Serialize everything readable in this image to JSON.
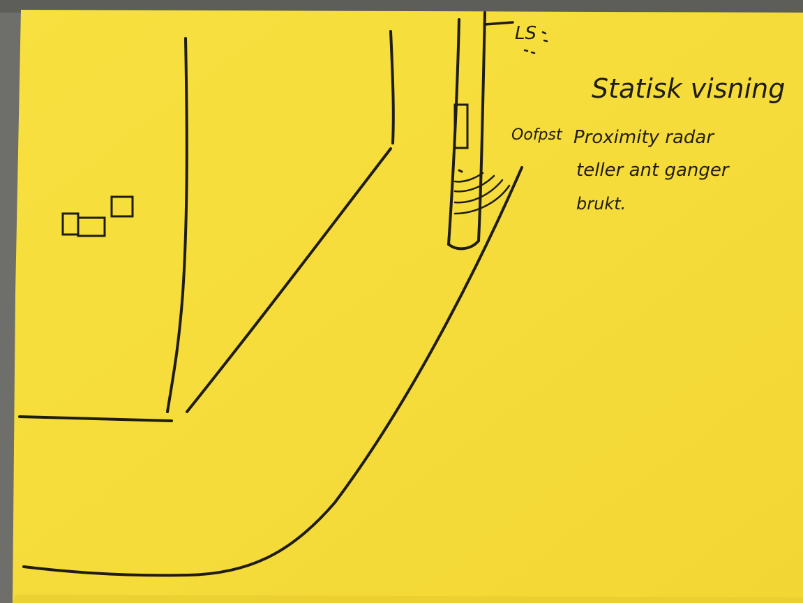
{
  "note": {
    "title": "Statisk visning",
    "side_label": "Oofpst",
    "lines": [
      "Proximity radar",
      "teller ant ganger",
      "brukt."
    ],
    "sign_text": "LS",
    "paper_color": "#f6df3c",
    "ink_color": "#1f1c14",
    "background_color": "#6e6e6a"
  }
}
